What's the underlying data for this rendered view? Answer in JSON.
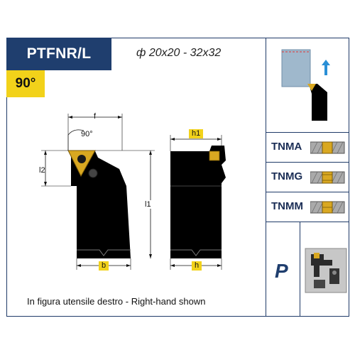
{
  "header": {
    "code": "PTFNR/L",
    "angle": "90°",
    "sizes": "20x20 - 32x32",
    "diameter_symbol": "ф"
  },
  "dimensions": {
    "f": "f",
    "angle": "90°",
    "l2": "l2",
    "l1": "l1",
    "b": "b",
    "h1": "h1",
    "h": "h"
  },
  "caption": "In figura utensile destro  -  Right-hand shown",
  "inserts": [
    {
      "name": "TNMA"
    },
    {
      "name": "TNMG"
    },
    {
      "name": "TNMM"
    }
  ],
  "material": "P",
  "colors": {
    "navy": "#1f3e6e",
    "yellow": "#f2d21a",
    "insert_gold": "#d9a821",
    "arrow_blue": "#2a8fd6"
  }
}
